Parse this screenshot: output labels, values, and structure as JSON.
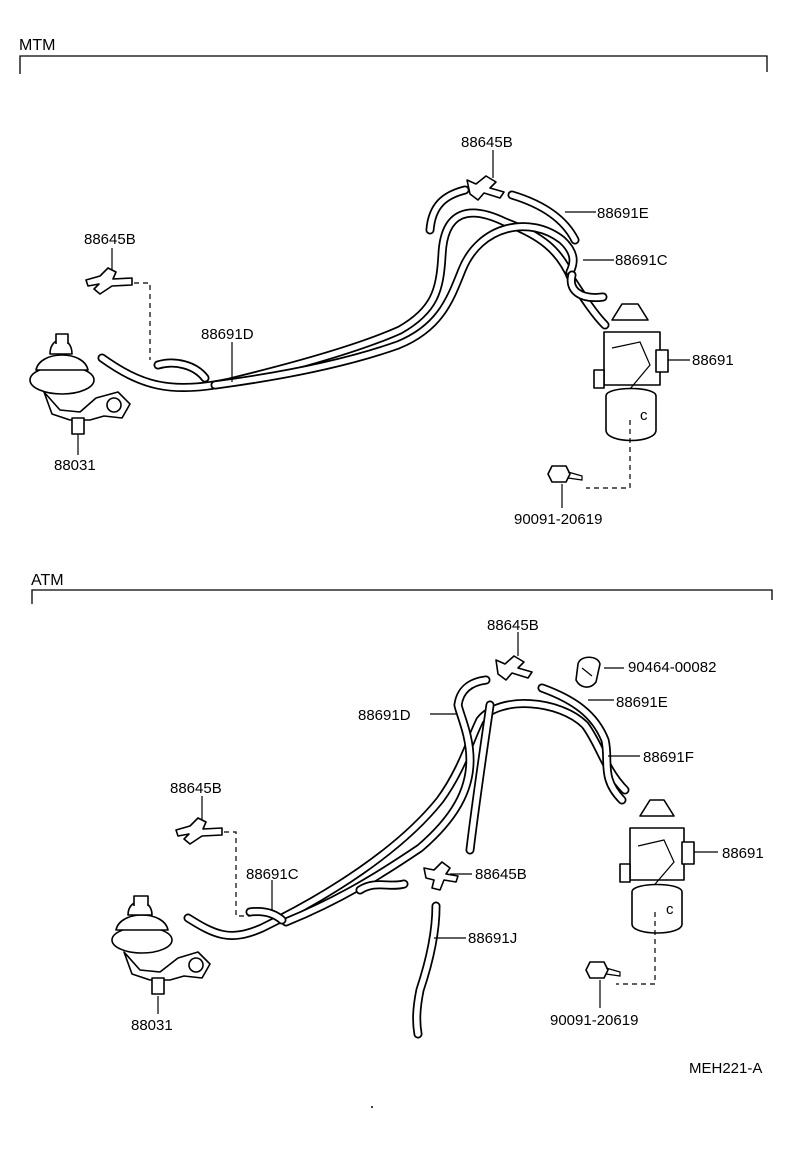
{
  "sections": {
    "mtm": {
      "title": "MTM",
      "labels": {
        "tee_top": "88645B",
        "hose_e": "88691E",
        "hose_c": "88691C",
        "tee_left": "88645B",
        "hose_d": "88691D",
        "vsv": "88691",
        "egr_valve": "88031",
        "bolt": "90091-20619"
      }
    },
    "atm": {
      "title": "ATM",
      "labels": {
        "tee_top": "88645B",
        "clamp": "90464-00082",
        "hose_e": "88691E",
        "hose_d": "88691D",
        "hose_f": "88691F",
        "tee_left": "88645B",
        "vsv": "88691",
        "hose_c": "88691C",
        "tee_mid": "88645B",
        "hose_j": "88691J",
        "egr_valve": "88031",
        "bolt": "90091-20619"
      }
    }
  },
  "diagram_code": "MEH221-A"
}
